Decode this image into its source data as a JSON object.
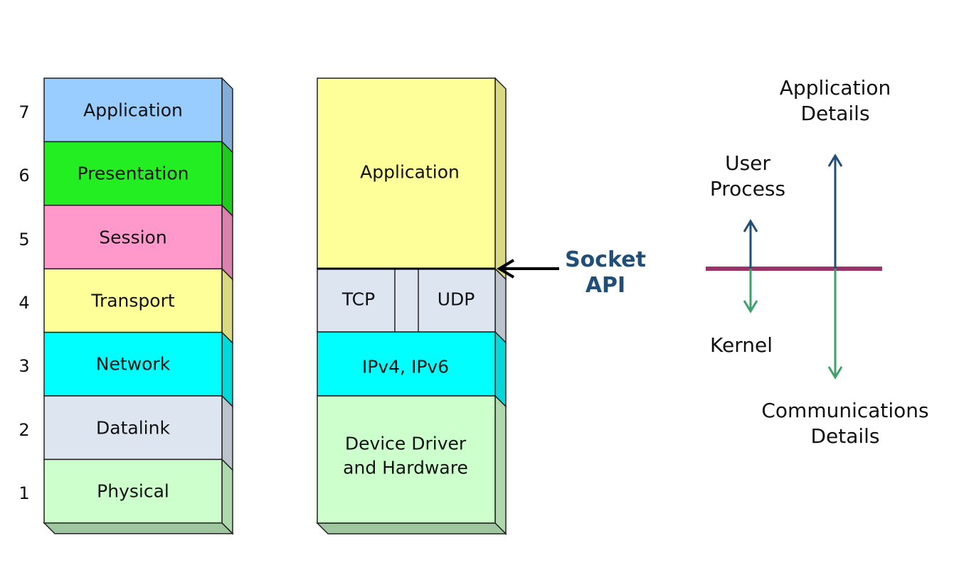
{
  "osi": {
    "layers": [
      {
        "num": "7",
        "label": "Application",
        "color": "#99ccff"
      },
      {
        "num": "6",
        "label": "Presentation",
        "color": "#22ee22"
      },
      {
        "num": "5",
        "label": "Session",
        "color": "#ff99cc"
      },
      {
        "num": "4",
        "label": "Transport",
        "color": "#ffff99"
      },
      {
        "num": "3",
        "label": "Network",
        "color": "#00ffff"
      },
      {
        "num": "2",
        "label": "Datalink",
        "color": "#dde5f0"
      },
      {
        "num": "1",
        "label": "Physical",
        "color": "#ccffcc"
      }
    ]
  },
  "tcpip": {
    "application": {
      "label": "Application",
      "color": "#ffff99"
    },
    "tcp": {
      "label": "TCP",
      "color": "#dde5f0"
    },
    "udp": {
      "label": "UDP",
      "color": "#dde5f0"
    },
    "ip": {
      "label": "IPv4, IPv6",
      "color": "#00ffff"
    },
    "device": {
      "line1": "Device Driver",
      "line2": "and Hardware",
      "color": "#ccffcc"
    }
  },
  "socket_api": {
    "line1": "Socket",
    "line2": "API",
    "color": "#1f4e79"
  },
  "right_labels": {
    "app_details": {
      "line1": "Application",
      "line2": "Details"
    },
    "user_process": {
      "line1": "User",
      "line2": "Process"
    },
    "kernel": "Kernel",
    "comm_details": {
      "line1": "Communications",
      "line2": "Details"
    }
  },
  "colors": {
    "divider": "#99336a",
    "arrow_up": "#1f4e79",
    "arrow_down": "#3fa06a"
  }
}
